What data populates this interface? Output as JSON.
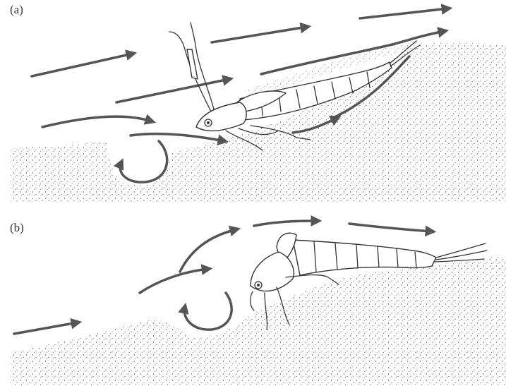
{
  "panels": [
    {
      "id": "a",
      "label": "(a)"
    },
    {
      "id": "b",
      "label": "(b)"
    }
  ],
  "colors": {
    "sediment_dot": "#5a5a5a",
    "arrow": "#555555",
    "outline": "#333333"
  },
  "icons": [
    "flow-arrow-icon",
    "eddy-arrow-icon",
    "mayfly-nymph-icon",
    "sediment-bed"
  ]
}
